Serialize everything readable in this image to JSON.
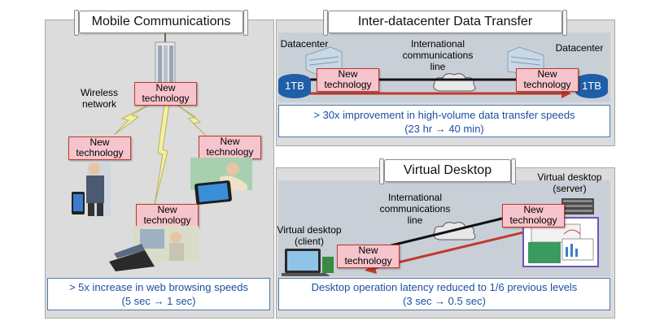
{
  "mobile": {
    "title": "Mobile Communications",
    "wireless_label": "Wireless\nnetwork",
    "tech_label": "New\ntechnology",
    "result": "> 5x increase in web browsing speeds\n(5 sec → 1 sec)"
  },
  "datacenter": {
    "title": "Inter-datacenter Data Transfer",
    "left_label": "Datacenter",
    "right_label": "Datacenter",
    "line_label": "International\ncommunications\nline",
    "storage_left": "1TB",
    "storage_right": "1TB",
    "tech_label": "New\ntechnology",
    "result": "> 30x improvement in high-volume data transfer speeds\n(23 hr → 40 min)"
  },
  "desktop": {
    "title": "Virtual Desktop",
    "server_label": "Virtual desktop\n(server)",
    "client_label": "Virtual desktop\n(client)",
    "line_label": "International\ncommunications\nline",
    "tech_label": "New\ntechnology",
    "result": "Desktop operation latency reduced  to 1/6 previous levels\n(3 sec → 0.5 sec)"
  },
  "colors": {
    "tech_fill": "#f6c4cc",
    "tech_border": "#c0392b",
    "result_text": "#1b4fa0",
    "lightning": "#f5f0a0",
    "arrow": "#c0392b",
    "storage": "#1f5fa8"
  }
}
